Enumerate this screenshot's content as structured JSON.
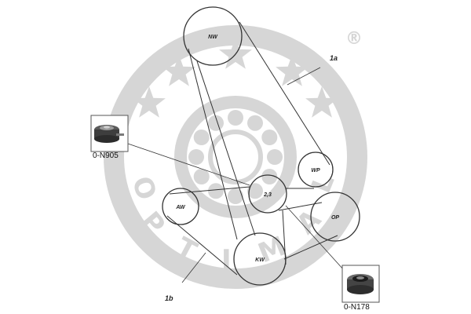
{
  "watermark": {
    "letters": [
      "O",
      "P",
      "T",
      "I",
      "M",
      "A",
      "L"
    ],
    "registered": "®",
    "color": "#d6d6d6"
  },
  "pulleys": [
    {
      "id": "nw",
      "label": "NW"
    },
    {
      "id": "wp",
      "label": "WP"
    },
    {
      "id": "idler",
      "label": "2,3"
    },
    {
      "id": "aw",
      "label": "AW"
    },
    {
      "id": "op",
      "label": "OP"
    },
    {
      "id": "kw",
      "label": "KW"
    }
  ],
  "callouts": {
    "belt_1a": "1a",
    "belt_1b": "1b"
  },
  "parts": [
    {
      "id": "tensioner",
      "code": "0-N905"
    },
    {
      "id": "idler_roller",
      "code": "0-N178"
    }
  ],
  "colors": {
    "line": "#333333",
    "watermark": "#d6d6d6"
  }
}
